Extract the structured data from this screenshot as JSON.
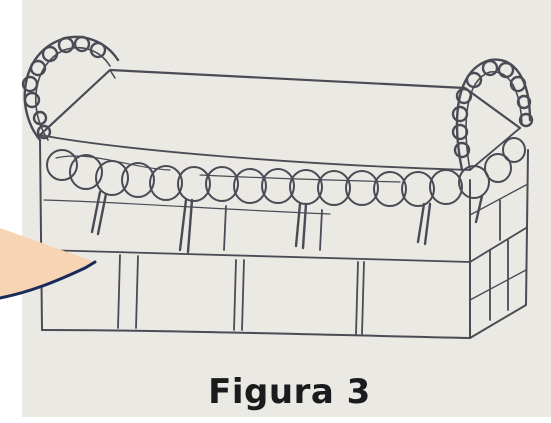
{
  "figure": {
    "caption": "Figura 3"
  },
  "illustration": {
    "subject": "pencil-drawing-of-a-basket-with-handles",
    "pointer": "speech-bubble-tail"
  },
  "colors": {
    "paper": "#ebe9e4",
    "pencil": "#4b4a55",
    "pointer_fill": "#f7d4b4",
    "pointer_edge": "#1a2a5a",
    "caption": "#1b1b1d"
  }
}
